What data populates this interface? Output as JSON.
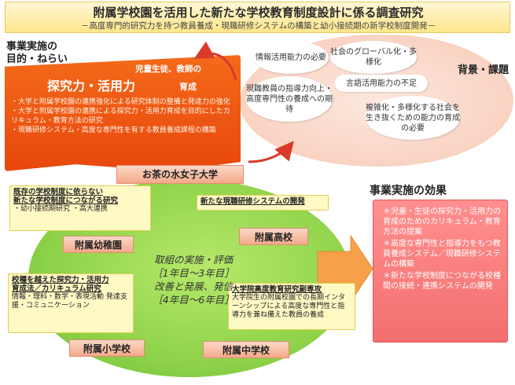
{
  "title": "附属学校園を活用した新たな学校教育制度設計に係る調査研究",
  "subtitle": "－高度専門的研究力を持つ教員養成・現職研修システムの構築と幼小接続期の新学校制度開発－",
  "purpose": {
    "heading_line1": "事業実施の",
    "heading_line2": "目的・ねらい",
    "lead": "児童生徒、教師の",
    "big": "探究力・活用力",
    "big_suffix": "育成",
    "items": [
      "・大学と附属学校園の連携強化による研究体制の整備と発達力の強化",
      "・大学と附属学校園の連携による探究力・活用力育成を目的にしたカリキュラム・教育方法の研究",
      "・現職研修システム・高度な専門性を有する教員養成課程の構築"
    ]
  },
  "issues": {
    "heading": "背景・課題",
    "items": [
      "情報活用能力の必要",
      "社会のグローバル化・多様化",
      "現職教員の指導力向上・高度専門性の養成への期待",
      "言語活用能力の不足",
      "複雑化・多様化する社会を生き抜くための能力の育成の必要"
    ]
  },
  "university": "お茶の水女子大学",
  "schools": {
    "kindergarten": "附属幼稚園",
    "high": "附属高校",
    "elementary": "附属小学校",
    "junior_high": "附属中学校"
  },
  "callouts": {
    "kinder_title1": "既存の学校制度に依らない",
    "kinder_title2": "新たな学校制度につながる研究",
    "kinder_body": "・幼小接続期研究 ・高大連携",
    "newtraining_title": "新たな現職研修システムの開発",
    "elem_title1": "校種を越えた探究力・活用力",
    "elem_title2": "育成法／カリキュラム研究",
    "elem_body": "情報・理科・数学・表現活動 発達支援・コミュニケーション",
    "grad_title": "大学院高度教育研究副専攻",
    "grad_body": "大学院生の附属校園での長期インターンシップによる高度な専門性と指導力を兼ね備えた教員の養成"
  },
  "center": {
    "line1": "取組の実施・評価",
    "line2": "［1年目～3年目］",
    "line3": "改善と発展、発信",
    "line4": "［4年目～6年目］"
  },
  "effects": {
    "heading": "事業実施の効果",
    "items": [
      "＊児童・生徒の探究力・活用力の育成のためのカリキュラム・教育方法の提案",
      "＊高度な専門性と指導力をもつ教員養成システム／現職研修システムの構築",
      "＊新たな学校制度につながる校種間の接続・連携システムの開発"
    ]
  },
  "colors": {
    "purpose_orange": "#e8470c",
    "circle_green": "#8fd34a",
    "effects_pink": "#f36f6f",
    "callout_yellow": "#fff9c4",
    "arrow_red": "#d93a2b",
    "arrow_orange": "#f6a04a"
  }
}
